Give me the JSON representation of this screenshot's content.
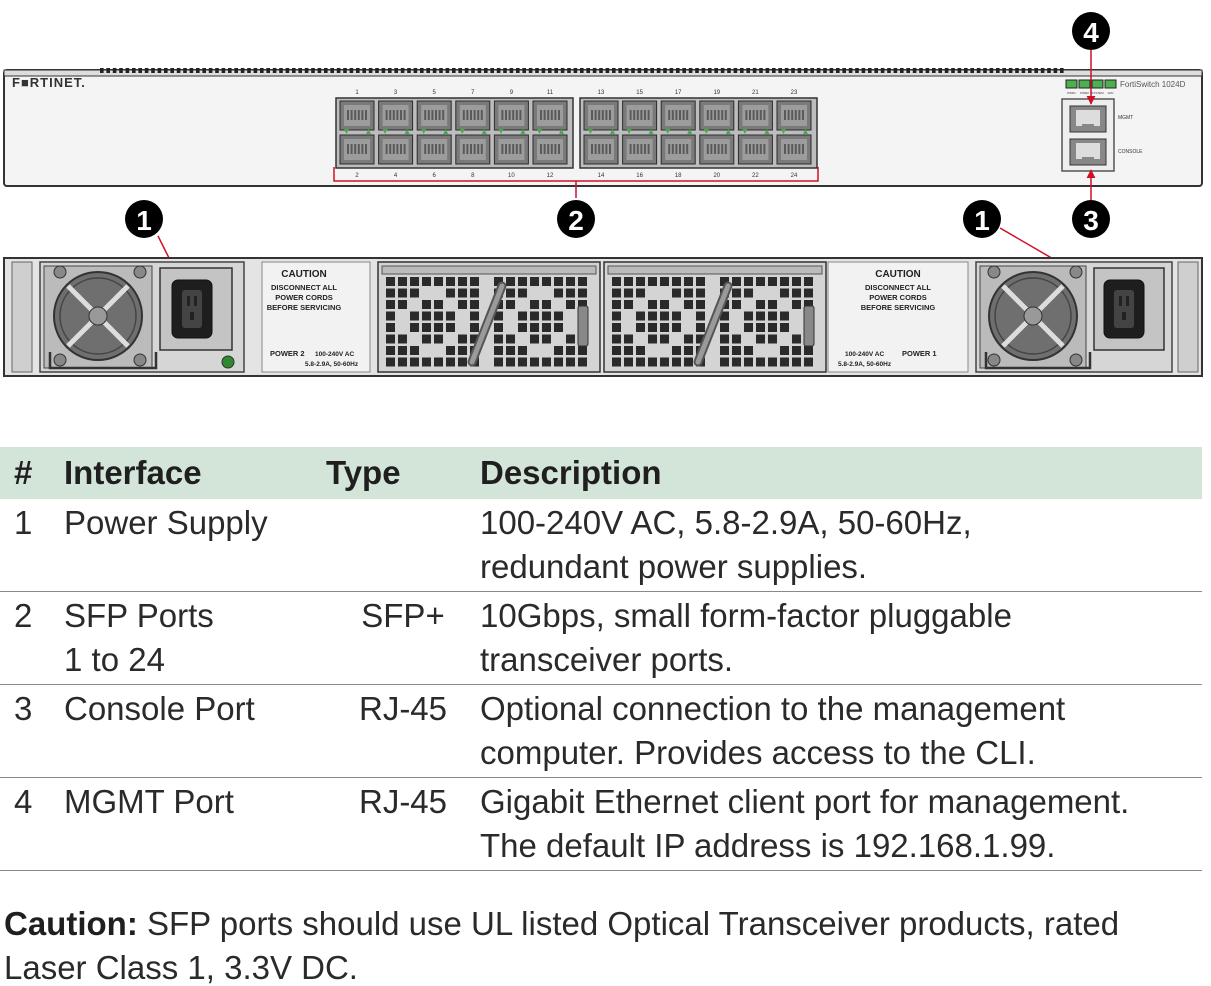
{
  "brand": "F■RTINET.",
  "model": "FortiSwitch 1024D",
  "port_labels_top": [
    "1",
    "3",
    "5",
    "7",
    "9",
    "11",
    "13",
    "15",
    "17",
    "19",
    "21",
    "23"
  ],
  "port_labels_bottom": [
    "2",
    "4",
    "6",
    "8",
    "10",
    "12",
    "14",
    "16",
    "18",
    "20",
    "22",
    "24"
  ],
  "led_labels": [
    "PWR1",
    "PWR2",
    "SYSTEM",
    "FAN"
  ],
  "mgmt_label": "MGMT",
  "console_label": "CONSOLE",
  "callouts": {
    "psu_left": "1",
    "psu_right": "1",
    "sfp": "2",
    "console": "3",
    "mgmt": "4"
  },
  "rear": {
    "left_caution": {
      "title": "CAUTION",
      "lines": [
        "DISCONNECT ALL",
        "POWER CORDS",
        "BEFORE SERVICING"
      ],
      "power": "POWER 2",
      "rating_1": "100-240V AC",
      "rating_2": "5.8-2.9A, 50-60Hz"
    },
    "right_caution": {
      "title": "CAUTION",
      "lines": [
        "DISCONNECT ALL",
        "POWER CORDS",
        "BEFORE SERVICING"
      ],
      "power": "POWER 1",
      "rating_1": "100-240V AC",
      "rating_2": "5.8-2.9A, 50-60Hz"
    }
  },
  "colors": {
    "callout_fill": "#000000",
    "arrow": "#d0102a",
    "header_bg": "#d3e4d8",
    "port_green": "#4aa84a"
  },
  "table": {
    "headers": {
      "num": "#",
      "interface": "Interface",
      "type": "Type",
      "description": "Description"
    },
    "rows": [
      {
        "num": "1",
        "interface": [
          "Power Supply"
        ],
        "type": "",
        "description": [
          "100-240V AC, 5.8-2.9A, 50-60Hz,",
          "redundant power supplies."
        ]
      },
      {
        "num": "2",
        "interface": [
          "SFP Ports",
          "1 to 24"
        ],
        "type": "SFP+",
        "description": [
          "10Gbps, small form-factor pluggable",
          "transceiver ports."
        ]
      },
      {
        "num": "3",
        "interface": [
          "Console Port"
        ],
        "type": "RJ-45",
        "description": [
          "Optional connection to the management",
          "computer. Provides access to the CLI."
        ]
      },
      {
        "num": "4",
        "interface": [
          "MGMT Port"
        ],
        "type": "RJ-45",
        "description": [
          "Gigabit Ethernet client port for management.",
          "The default IP address is 192.168.1.99."
        ]
      }
    ]
  },
  "caution": {
    "label": "Caution:",
    "text": " SFP ports should use UL listed Optical Transceiver products, rated Laser Class 1, 3.3V DC."
  }
}
